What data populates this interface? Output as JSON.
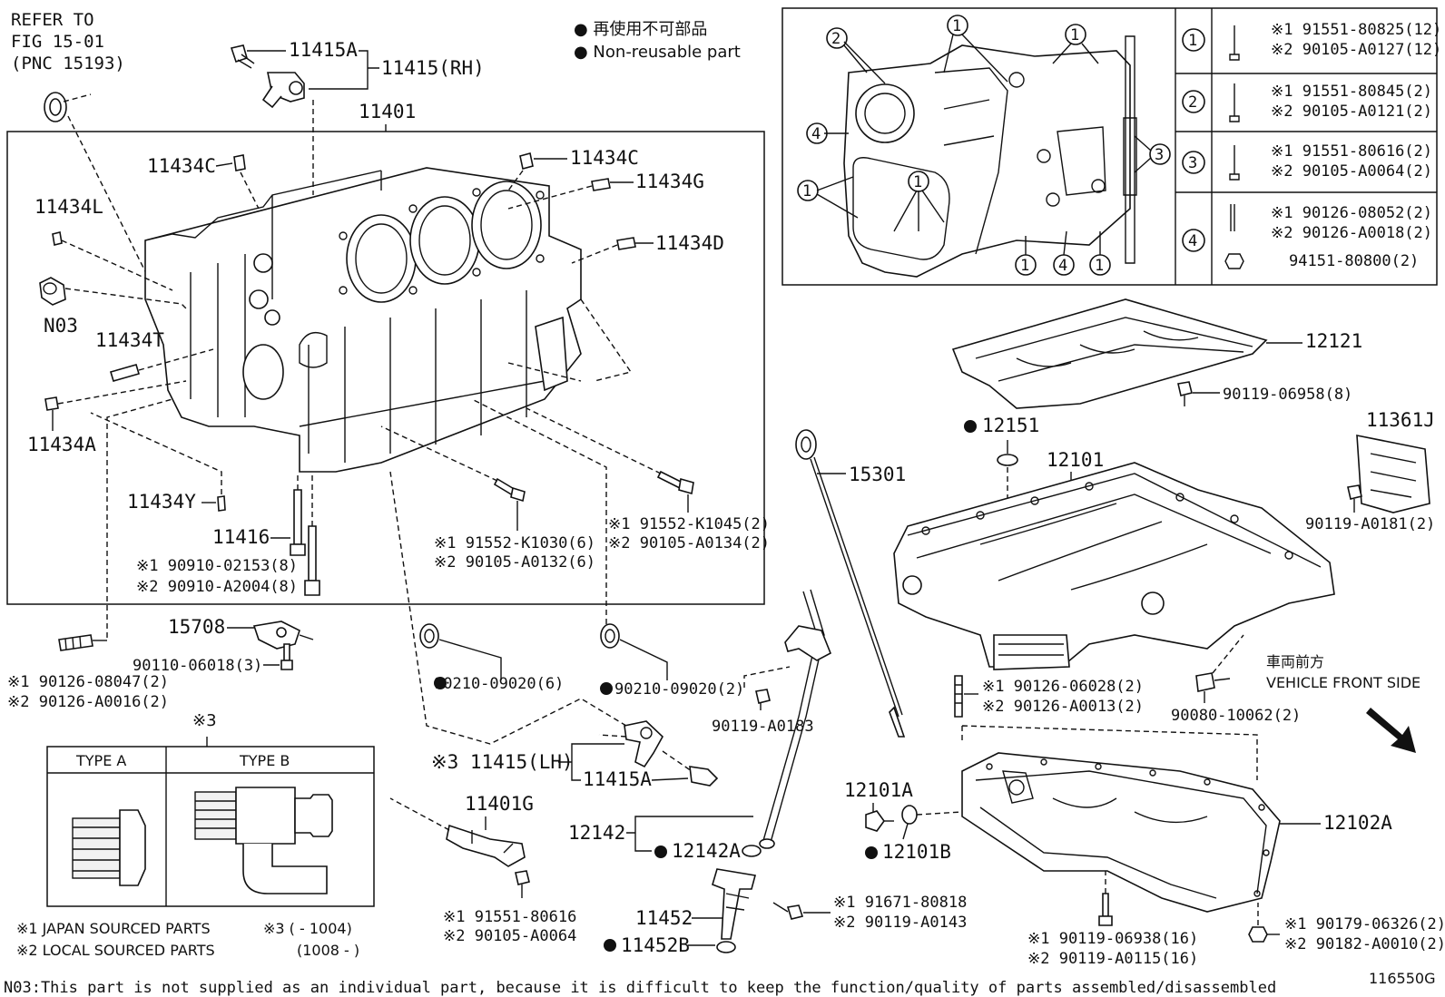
{
  "legend": {
    "jp": "● 再使用不可部品",
    "en": "● Non-reusable part"
  },
  "refer": [
    "REFER TO",
    "FIG 15-01",
    "(PNC 15193)"
  ],
  "labels": {
    "l11415A_top": "11415A",
    "l11415RH": "11415(RH)",
    "l11401": "11401",
    "l11434C_l": "11434C",
    "l11434C_r": "11434C",
    "l11434G": "11434G",
    "l11434L": "11434L",
    "l11434D": "11434D",
    "lN03": "N03",
    "l11434T": "11434T",
    "l11434A": "11434A",
    "l11434Y": "11434Y",
    "l11416": "11416",
    "b11416_1": "※1 90910-02153(8)",
    "b11416_2": "※2 90910-A2004(8)",
    "b_k1030_1": "※1 91552-K1030(6)",
    "b_k1030_2": "※2 90105-A0132(6)",
    "b_k1045_1": "※1 91552-K1045(2)",
    "b_k1045_2": "※2 90105-A0134(2)",
    "l15708": "15708",
    "b15708": "90110-06018(3)",
    "stud_1": "※1 90126-08047(2)",
    "stud_2": "※2 90126-A0016(2)",
    "plug6": "90210-09020(6)",
    "plug2": "90210-09020(2)",
    "b_a0183": "90119-A0183",
    "l11415LH": "※3 11415(LH)",
    "l11415A_bot": "11415A",
    "l11401G": "11401G",
    "s11401G_1": "※1 91551-80616",
    "s11401G_2": "※2 90105-A0064",
    "l12142": "12142",
    "l12142A": "12142A",
    "l11452": "11452",
    "l11452B": "11452B",
    "b91671_1": "※1 91671-80818",
    "b91671_2": "※2 90119-A0143",
    "l15301": "15301",
    "l12151": "12151",
    "l12101": "12101",
    "l12121": "12121",
    "b06958": "90119-06958(8)",
    "l11361J": "11361J",
    "b_a0181": "90119-A0181(2)",
    "s06028_1": "※1 90126-06028(2)",
    "s06028_2": "※2 90126-A0013(2)",
    "b10062": "90080-10062(2)",
    "front_jp": "車両前方",
    "front_en": "VEHICLE FRONT SIDE",
    "l12101A": "12101A",
    "l12101B": "12101B",
    "l12102A": "12102A",
    "b06938_1": "※1 90119-06938(16)",
    "b06938_2": "※2 90119-A0115(16)",
    "n06326_1": "※1 90179-06326(2)",
    "n06326_2": "※2 90182-A0010(2)",
    "fig_code": "116550G"
  },
  "detail_table": [
    {
      "num": "1",
      "p1": "※1 91551-80825(12)",
      "p2": "※2 90105-A0127(12)"
    },
    {
      "num": "2",
      "p1": "※1 91551-80845(2)",
      "p2": "※2 90105-A0121(2)"
    },
    {
      "num": "3",
      "p1": "※1 91551-80616(2)",
      "p2": "※2 90105-A0064(2)"
    },
    {
      "num": "4",
      "p1": "※1 90126-08052(2)",
      "p2": "※2 90126-A0018(2)",
      "p3": "94151-80800(2)"
    }
  ],
  "detail_callouts": [
    "2",
    "1",
    "1",
    "4",
    "3",
    "1",
    "1",
    "1",
    "4",
    "1"
  ],
  "type_box": {
    "ref": "※3",
    "type_a": "TYPE A",
    "type_b": "TYPE B"
  },
  "footnotes": {
    "f1": "※1 JAPAN SOURCED PARTS",
    "f2": "※2 LOCAL SOURCED PARTS",
    "f3a": "※3 (          - 1004)",
    "f3b": "(1008 -          )",
    "n03": "N03:This part is not supplied as an individual part, because it is difficult to keep the function/quality of parts assembled/disassembled"
  }
}
